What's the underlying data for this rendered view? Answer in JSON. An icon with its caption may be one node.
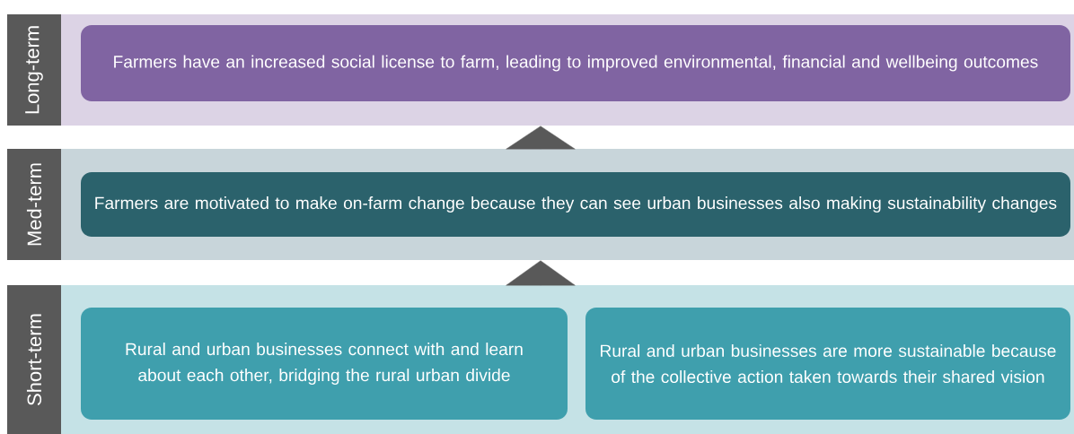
{
  "diagram": {
    "nodes": [
      {
        "text": [
          "Long-term"
        ]
      },
      {
        "text": [
          "Farmers have an increased social license to farm, leading to improved environmental, financial and wellbeing outcomes"
        ],
        "in": 0
      },
      {
        "text": [
          "Med-term"
        ]
      },
      {
        "text": [
          "Farmers are motivated to make on-farm change because they can see urban businesses also making sustainability changes"
        ],
        "in": 2
      },
      {
        "text": [
          "Short-term"
        ]
      },
      {
        "text": [
          "Rural and urban businesses connect with and learn about each other, bridging the rural urban divide"
        ],
        "in": 4
      },
      {
        "text": [
          "Rural and urban businesses are more sustainable because of the collective action taken towards their shared vision"
        ],
        "in": 4
      }
    ],
    "edges": [
      {
        "from": 2,
        "to": 0,
        "arrow": "to"
      },
      {
        "from": 4,
        "to": 2,
        "arrow": "to"
      }
    ]
  }
}
